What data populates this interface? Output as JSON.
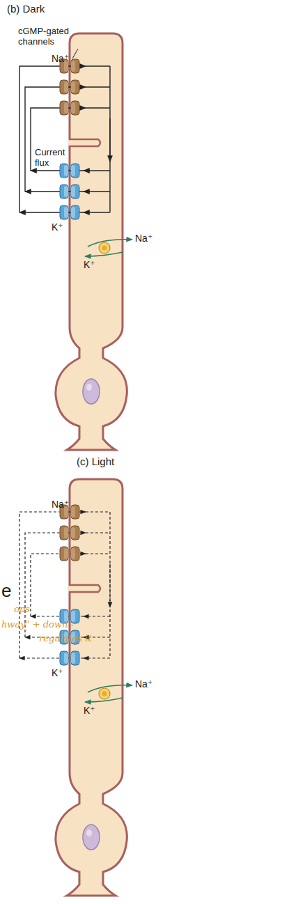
{
  "diagram": {
    "labels": [
      "(b) Dark",
      "cGMP-gated channels",
      "Na⁺",
      "Current flux",
      "K⁺",
      "Na⁺",
      "K⁺",
      "(c) Light",
      "Na⁺",
      "K⁺",
      "Na⁺",
      "K⁺",
      "e",
      "ops",
      "hway\" + down -",
      "regulates it"
    ]
  }
}
